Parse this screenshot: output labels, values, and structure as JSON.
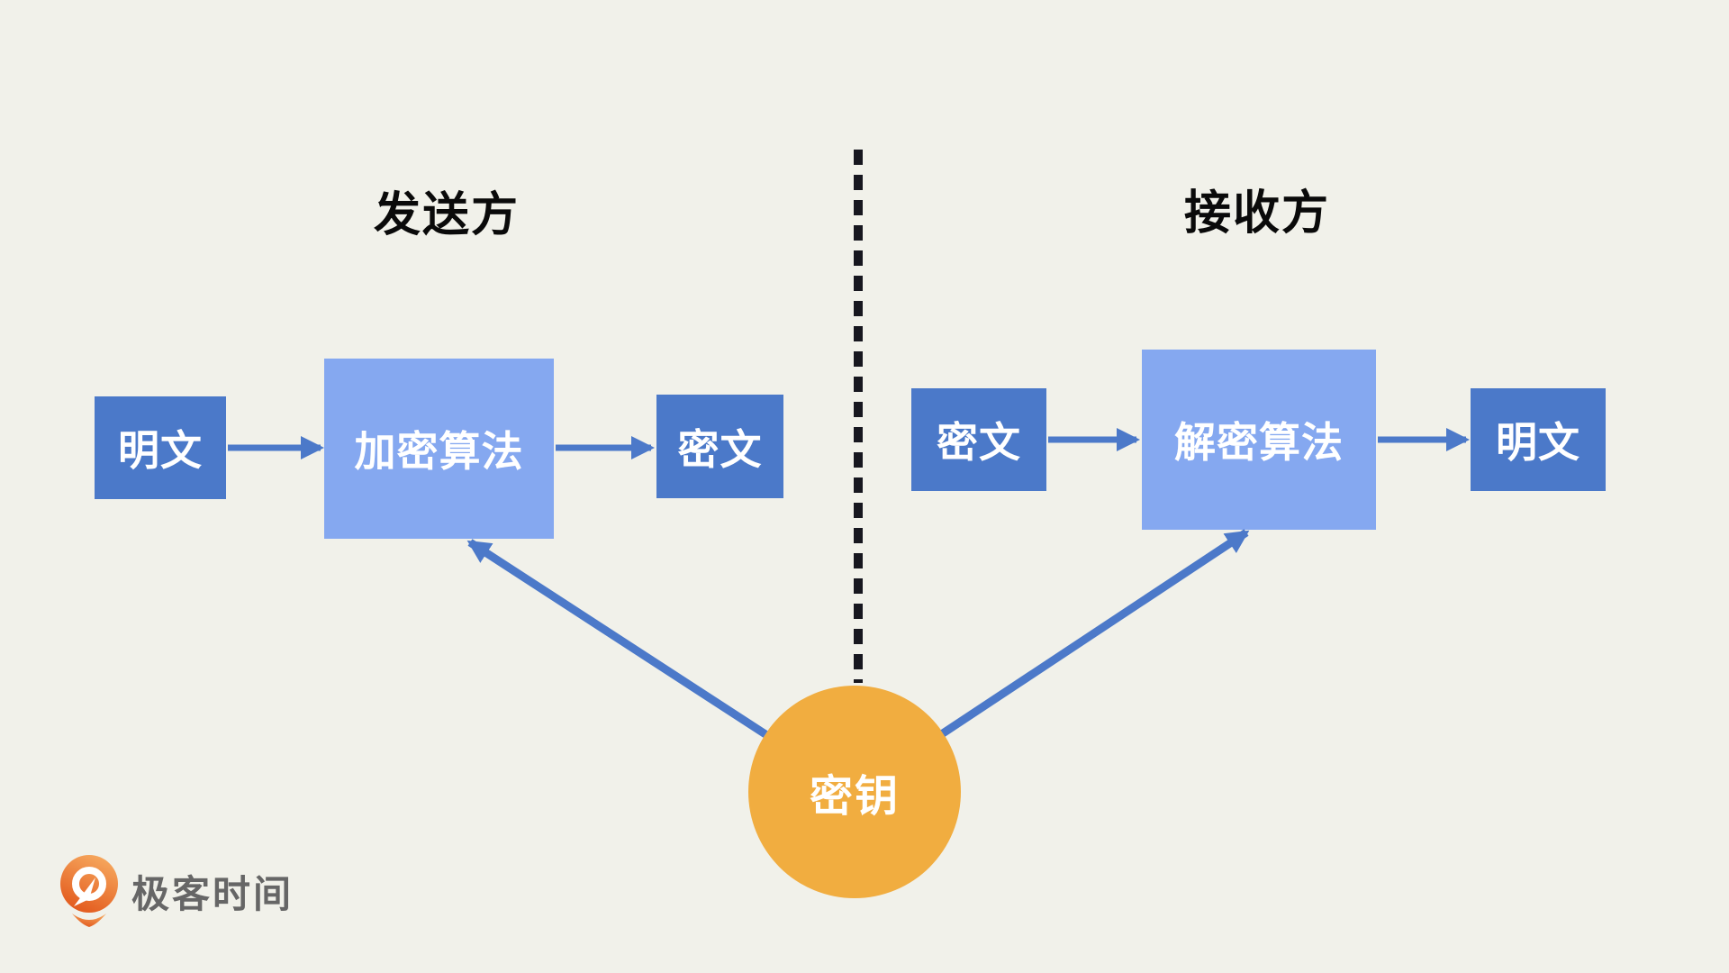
{
  "diagram": {
    "title_left": "发送方",
    "title_right": "接收方",
    "sender": {
      "plaintext": "明文",
      "algorithm": "加密算法",
      "ciphertext": "密文"
    },
    "receiver": {
      "ciphertext": "密文",
      "algorithm": "解密算法",
      "plaintext": "明文"
    },
    "key": "密钥",
    "edges": [
      {
        "from": "明文",
        "to": "加密算法",
        "side": "sender"
      },
      {
        "from": "加密算法",
        "to": "密文",
        "side": "sender"
      },
      {
        "from": "密文",
        "to": "解密算法",
        "side": "receiver"
      },
      {
        "from": "解密算法",
        "to": "明文",
        "side": "receiver"
      },
      {
        "from": "密钥",
        "to": "加密算法"
      },
      {
        "from": "密钥",
        "to": "解密算法"
      }
    ]
  },
  "branding": {
    "logo_text": "极客时间"
  },
  "colors": {
    "background": "#f1f1ea",
    "node_dark_blue": "#4b79c9",
    "node_light_blue": "#85a8f0",
    "arrow_blue": "#4c79c9",
    "key_orange": "#f1ad40",
    "divider_dash": "#17171f",
    "node_text": "#ffffff",
    "title_text": "#0a0a0a",
    "logo_text_gray": "#666666",
    "logo_orange_light": "#f6a85e",
    "logo_orange_dark": "#e2571b"
  }
}
